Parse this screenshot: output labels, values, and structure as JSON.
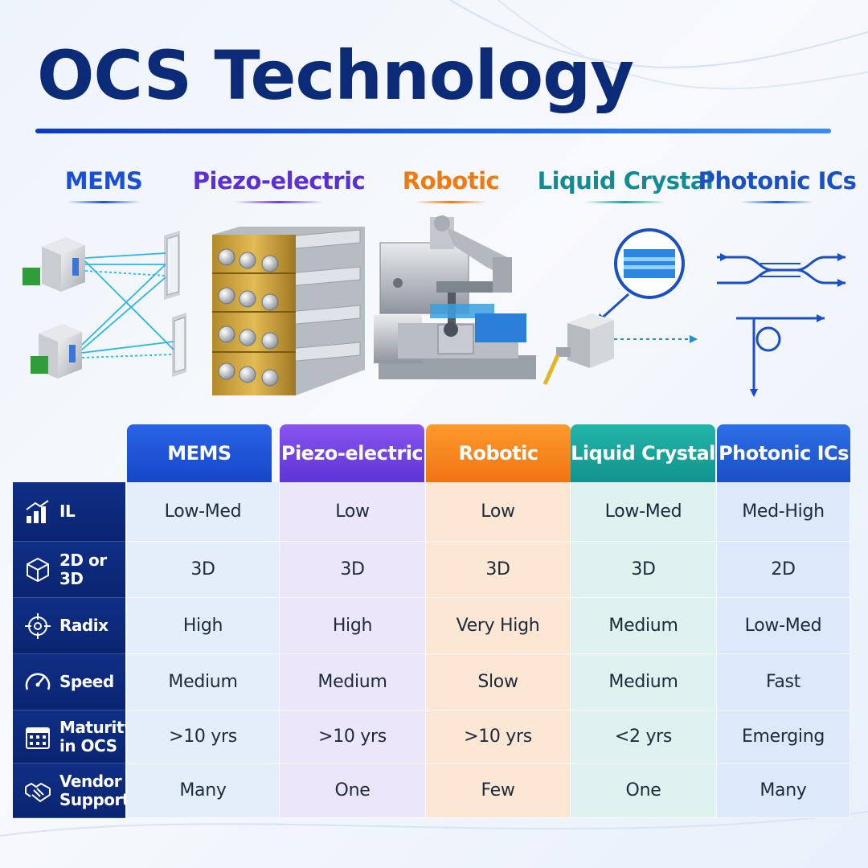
{
  "title": "OCS Technology",
  "colors": {
    "mems": "#1a4fd6",
    "piezo": "#6a3fe0",
    "robotic": "#f07a10",
    "liquid_crystal": "#14a3a0",
    "photonic": "#1a5fd6",
    "row_label_bg": "#0f2f86"
  },
  "technologies": [
    {
      "name": "MEMS",
      "color": "#1a4fd6"
    },
    {
      "name": "Piezo-electric",
      "color": "#5a2fd8"
    },
    {
      "name": "Robotic",
      "color": "#f07a10"
    },
    {
      "name": "Liquid Crystal",
      "color": "#128c94"
    },
    {
      "name": "Photonic ICs",
      "color": "#1a4fc6"
    }
  ],
  "table": {
    "columns": [
      "MEMS",
      "Piezo-electric",
      "Robotic",
      "Liquid Crystal",
      "Photonic ICs"
    ],
    "rows": [
      {
        "label": "IL",
        "icon": "bar-chart-icon",
        "values": [
          "Low-Med",
          "Low",
          "Low",
          "Low-Med",
          "Med-High"
        ]
      },
      {
        "label": "2D or 3D",
        "icon": "cube-icon",
        "values": [
          "3D",
          "3D",
          "3D",
          "3D",
          "2D"
        ]
      },
      {
        "label": "Radix",
        "icon": "crosshair-icon",
        "values": [
          "High",
          "High",
          "Very High",
          "Medium",
          "Low-Med"
        ]
      },
      {
        "label": "Speed",
        "icon": "speedometer-icon",
        "values": [
          "Medium",
          "Medium",
          "Slow",
          "Medium",
          "Fast"
        ]
      },
      {
        "label": "Maturity in OCS",
        "label_lines": [
          "Maturity",
          "in OCS"
        ],
        "icon": "calendar-icon",
        "values": [
          ">10 yrs",
          ">10 yrs",
          ">10 yrs",
          "<2 yrs",
          "Emerging"
        ]
      },
      {
        "label": "Vendor Support",
        "label_lines": [
          "Vendor",
          "Support"
        ],
        "icon": "handshake-icon",
        "values": [
          "Many",
          "One",
          "Few",
          "One",
          "Many"
        ]
      }
    ]
  }
}
